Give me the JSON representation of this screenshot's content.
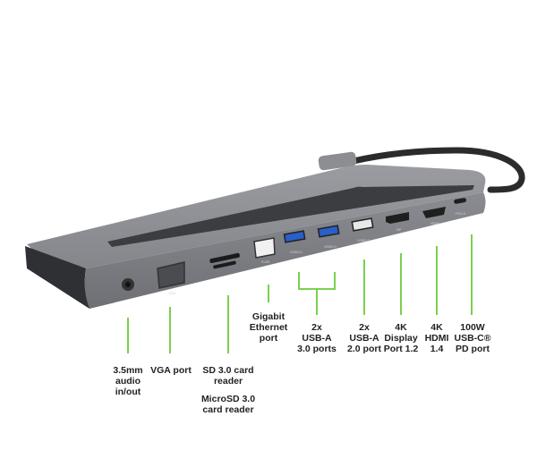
{
  "image": {
    "subject": "USB-C multiport docking station with labeled ports",
    "colors": {
      "background": "#ffffff",
      "body": "#7d7f84",
      "top": "#8e9095",
      "leader": "#7ad04f",
      "text": "#222222"
    }
  },
  "labels": {
    "audio": "3.5mm\naudio\nin/out",
    "vga": "VGA port",
    "sd": "SD 3.0 card\nreader",
    "microsd": "MicroSD 3.0\ncard reader",
    "ethernet": "Gigabit\nEthernet\nport",
    "usb3": "2x\nUSB-A\n3.0 ports",
    "usb2": "2x\nUSB-A\n2.0 port",
    "displayport": "4K\nDisplay\nPort 1.2",
    "hdmi": "4K\nHDMI\n1.4",
    "usbc_pd": "100W\nUSB-C®\nPD port"
  },
  "port_markings": {
    "vga": "VGA",
    "rj45": "RJ45",
    "usb3a": "USB3.0",
    "usb3b": "USB3.0",
    "usb2": "USB2.0",
    "dp": "DP",
    "hdmi": "HDMI",
    "pd": "PD3.0"
  }
}
